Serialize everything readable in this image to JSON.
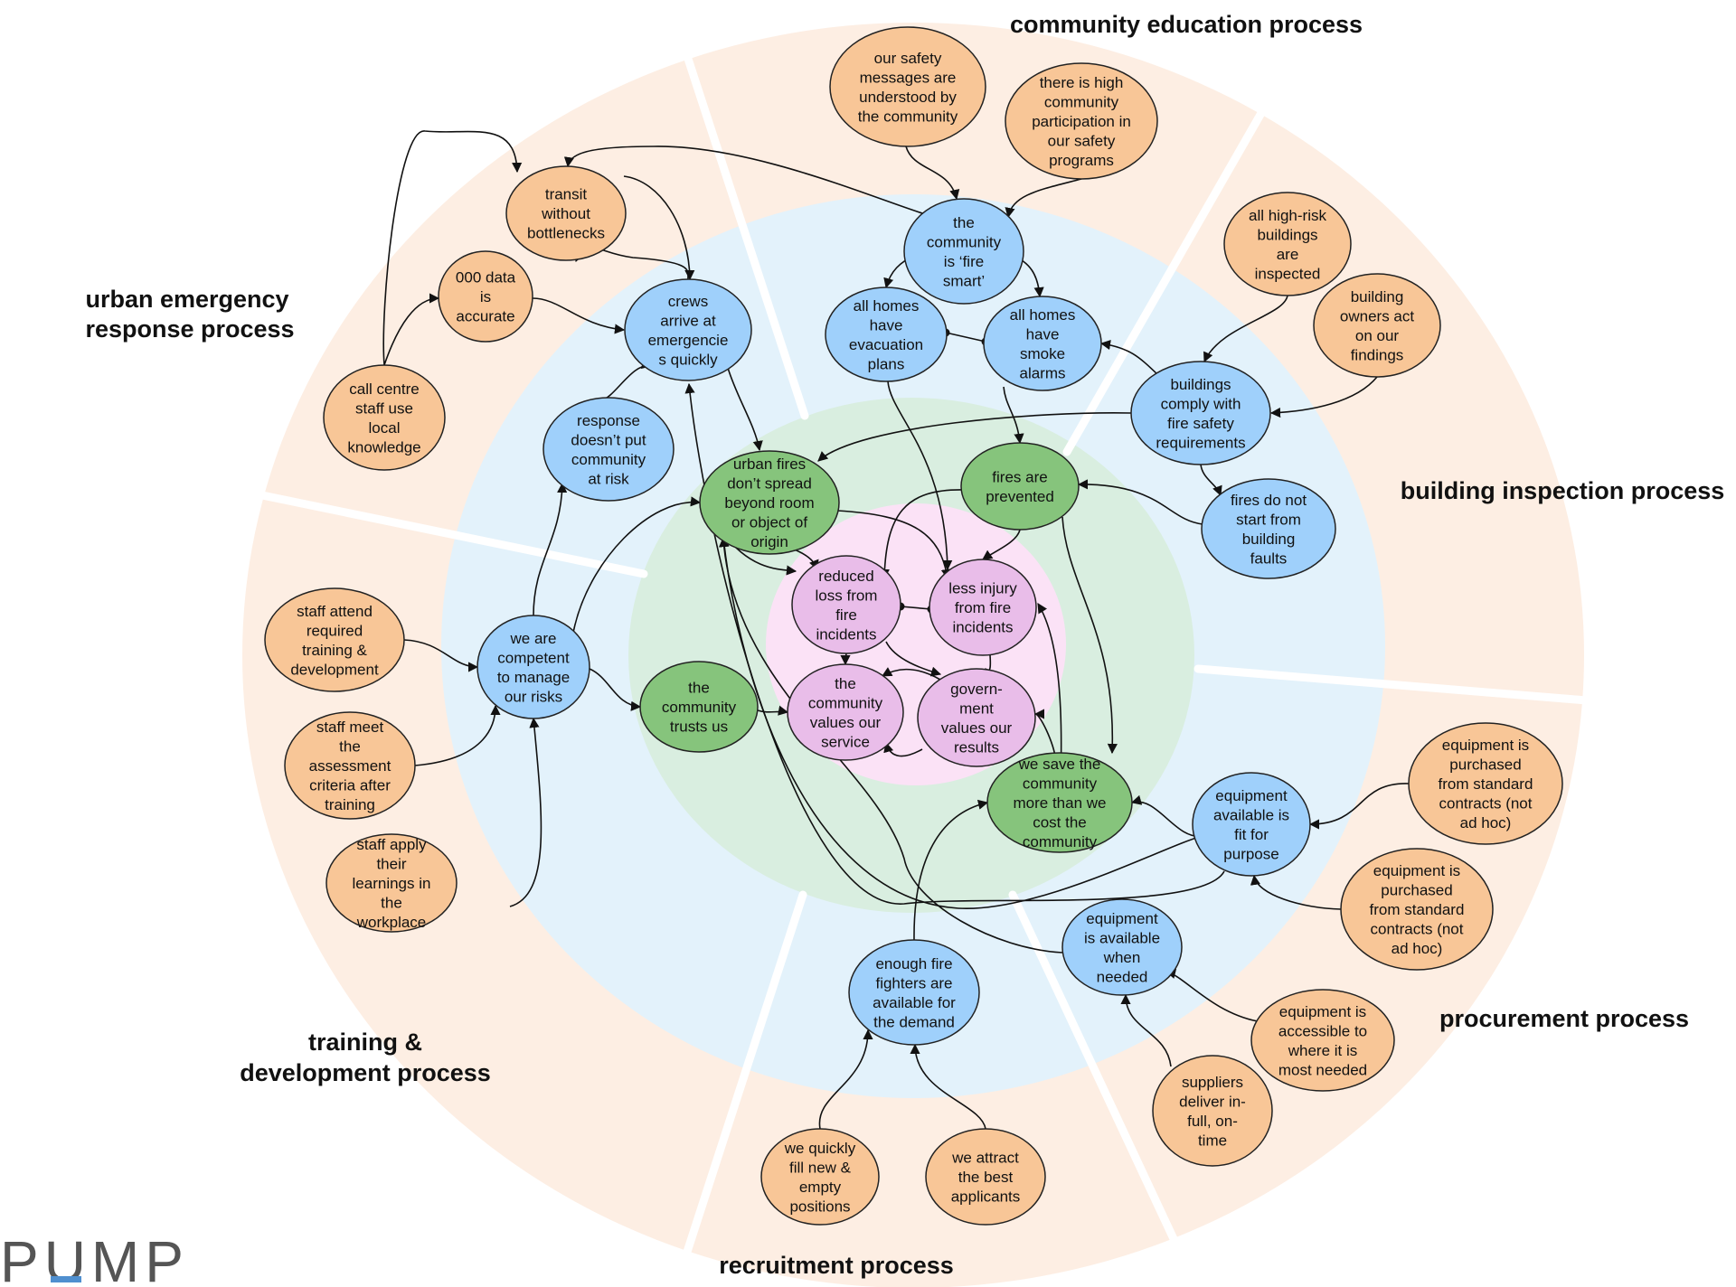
{
  "colors": {
    "outer_ring": "#fdeee3",
    "mid_ring": "#e3f2fb",
    "inner_ring": "#d9eee0",
    "core": "#fbe2f6",
    "orange_node": "#f8c697",
    "blue_node": "#9fd0fb",
    "green_node": "#86c47c",
    "pink_node": "#e9bde9",
    "divider": "#ffffff",
    "logo_accent": "#4f8fcf"
  },
  "logo": {
    "text": "PUMP"
  },
  "process_labels": {
    "community_education": "community education process",
    "urban_emergency_1": "urban emergency",
    "urban_emergency_2": "response process",
    "building_inspection": "building inspection process",
    "training_1": "training &",
    "training_2": "development process",
    "procurement": "procurement process",
    "recruitment": "recruitment process"
  },
  "nodes": {
    "safety_messages": [
      "our safety",
      "messages are",
      "understood by",
      "the community"
    ],
    "high_participation": [
      "there is high",
      "community",
      "participation in",
      "our safety",
      "programs"
    ],
    "fire_smart": [
      "the",
      "community",
      "is ‘fire",
      "smart’"
    ],
    "evacuation_plans": [
      "all homes",
      "have",
      "evacuation",
      "plans"
    ],
    "smoke_alarms": [
      "all homes",
      "have",
      "smoke",
      "alarms"
    ],
    "high_risk_inspected": [
      "all high-risk",
      "buildings",
      "are",
      "inspected"
    ],
    "owners_act": [
      "building",
      "owners act",
      "on our",
      "findings"
    ],
    "buildings_comply": [
      "buildings",
      "comply with",
      "fire safety",
      "requirements"
    ],
    "no_building_faults": [
      "fires do not",
      "start from",
      "building",
      "faults"
    ],
    "transit": [
      "transit",
      "without",
      "bottlenecks"
    ],
    "data_accurate": [
      "000 data",
      "is",
      "accurate"
    ],
    "crews_arrive": [
      "crews",
      "arrive at",
      "emergencie",
      "s quickly"
    ],
    "local_knowledge": [
      "call centre",
      "staff use",
      "local",
      "knowledge"
    ],
    "response_safe": [
      "response",
      "doesn’t put",
      "community",
      "at risk"
    ],
    "urban_fires": [
      "urban fires",
      "don’t spread",
      "beyond room",
      "or object of",
      "origin"
    ],
    "fires_prevented": [
      "fires are",
      "prevented"
    ],
    "reduced_loss": [
      "reduced",
      "loss from",
      "fire",
      "incidents"
    ],
    "less_injury": [
      "less injury",
      "from fire",
      "incidents"
    ],
    "community_values": [
      "the",
      "community",
      "values our",
      "service"
    ],
    "government_values": [
      "govern-",
      "ment",
      "values our",
      "results"
    ],
    "community_trusts": [
      "the",
      "community",
      "trusts us"
    ],
    "save_more": [
      "we save the",
      "community",
      "more than we",
      "cost the",
      "community"
    ],
    "competent": [
      "we are",
      "competent",
      "to manage",
      "our risks"
    ],
    "attend_training": [
      "staff attend",
      "required",
      "training &",
      "development"
    ],
    "meet_criteria": [
      "staff meet",
      "the",
      "assessment",
      "criteria after",
      "training"
    ],
    "apply_learnings": [
      "staff apply",
      "their",
      "learnings in",
      "the",
      "workplace"
    ],
    "fit_for_purpose": [
      "equipment",
      "available is",
      "fit for",
      "purpose"
    ],
    "purchased_1": [
      "equipment is",
      "purchased",
      "from standard",
      "contracts (not",
      "ad hoc)"
    ],
    "purchased_2": [
      "equipment is",
      "purchased",
      "from standard",
      "contracts (not",
      "ad hoc)"
    ],
    "equipment_available": [
      "equipment",
      "is available",
      "when",
      "needed"
    ],
    "equipment_accessible": [
      "equipment is",
      "accessible to",
      "where it is",
      "most needed"
    ],
    "suppliers_deliver": [
      "suppliers",
      "deliver in-",
      "full, on-",
      "time"
    ],
    "enough_firefighters": [
      "enough fire",
      "fighters are",
      "available for",
      "the demand"
    ],
    "fill_positions": [
      "we quickly",
      "fill new &",
      "empty",
      "positions"
    ],
    "attract_applicants": [
      "we attract",
      "the best",
      "applicants"
    ]
  }
}
